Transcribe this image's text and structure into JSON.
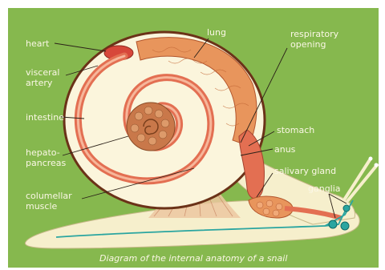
{
  "labels": {
    "heart": "heart",
    "visceral_artery_1": "visceral",
    "visceral_artery_2": "artery",
    "intestine": "intestine",
    "hepatopancreas_1": "hepato-",
    "hepatopancreas_2": "pancreas",
    "columellar_muscle_1": "columellar",
    "columellar_muscle_2": "muscle",
    "lung": "lung",
    "respiratory_opening_1": "respiratory",
    "respiratory_opening_2": "opening",
    "stomach": "stomach",
    "anus": "anus",
    "salivary_gland": "salivary gland",
    "ganglia": "ganglia"
  },
  "caption": "Diagram of the internal anatomy of a snail",
  "colors": {
    "background": "#86b84e",
    "shell_outline": "#6b3218",
    "body": "#f6efcc",
    "intestine": "#e36f52",
    "lung": "#e8955c",
    "hepatopancreas": "#c9784a",
    "nerve": "#2aa5a0",
    "label_text": "#fbf7e6"
  }
}
